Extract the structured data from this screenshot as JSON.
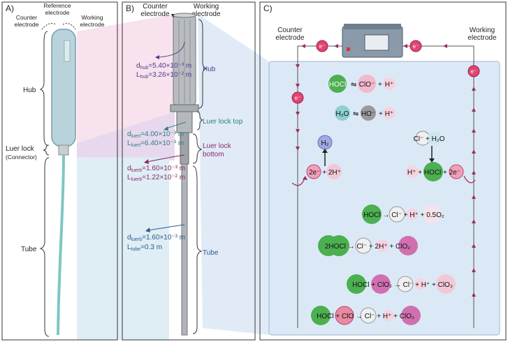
{
  "panels": {
    "a": {
      "label": "A)",
      "counter": "Counter electrode",
      "reference": "Reference electrode",
      "working": "Working electrode",
      "hub": "Hub",
      "luer": "Luer lock",
      "connector": "(Connector)",
      "tube": "Tube"
    },
    "b": {
      "label": "B)",
      "counter": "Counter electrode",
      "working": "Working electrode",
      "hub": "Hub",
      "luer_top": "Luer lock top",
      "luer_bottom_1": "Luer lock",
      "luer_bottom_2": "bottom",
      "tube": "Tube",
      "d_hub": "=5.40×10⁻³ m",
      "l_hub": "=3.26×10⁻² m",
      "d_luert": "=4.00×10⁻³ m",
      "l_luert": "=6.40×10⁻³ m",
      "d_luerb": "=1.60×10⁻³ m",
      "l_luerb": "=1.22×10⁻² m",
      "d_tube": "=1.60×10⁻³ m",
      "l_tube": "=0.3 m",
      "sub_hub": "hub",
      "sub_luert": "luert",
      "sub_luerb": "luerb",
      "sub_tube": "tube",
      "d": "d",
      "L": "L"
    },
    "c": {
      "label": "C)",
      "counter": "Counter electrode",
      "working": "Working electrode",
      "electron": "e⁻",
      "r1": "HOCl ⇋ ClO⁻ + H⁺",
      "r2": "H₂O ⇋ HO⁻ + H⁺",
      "h2": "H₂",
      "cathode": "2e⁻ + 2H⁺",
      "anode_top": "Cl⁻ + H₂O",
      "anode": "H⁺ + HOCl + 2e⁻",
      "r3": "HOCl → Cl⁻ + H⁺ + 0.5O₂",
      "r4": "2HOCl → Cl⁻ + 2H⁺ + ClO₂",
      "r5": "HOCl + ClO₂ → Cl⁻ + H⁺ + ClO₃",
      "r6": "HOCl + ClO → Cl⁻ + H⁺ + ClO₂"
    }
  },
  "colors": {
    "hocl": "#4caf50",
    "clo": "#e05c8a",
    "h": "#f2b8cc",
    "water": "#8fd0cf",
    "oh": "#9a9a9a",
    "cl": "#f0f0f0",
    "clo2": "#d070b0",
    "electron": "#e0456f",
    "bath": "#dbe9f6"
  }
}
